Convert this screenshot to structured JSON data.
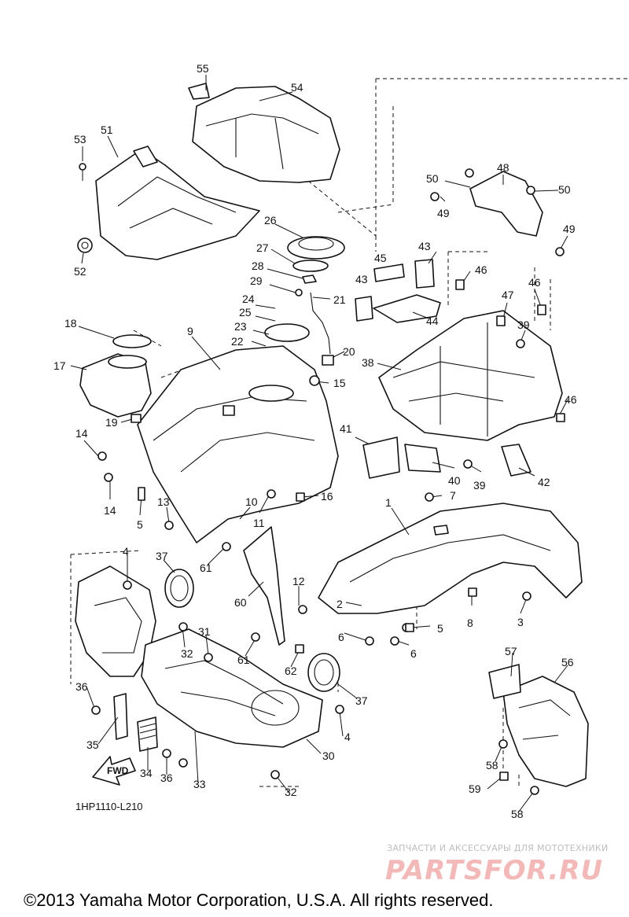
{
  "diagram_code": "1HP1110-L210",
  "watermark": {
    "caption": "ЗАПЧАСТИ И АКСЕССУАРЫ ДЛЯ МОТОТЕХНИКИ",
    "brand": "PARTSFOR.RU"
  },
  "copyright": "©2013 Yamaha Motor Corporation, U.S.A. All rights reserved.",
  "fwd_label": "FWD",
  "callouts": [
    "1",
    "2",
    "3",
    "4",
    "4",
    "5",
    "5",
    "6",
    "6",
    "7",
    "8",
    "9",
    "10",
    "11",
    "12",
    "13",
    "14",
    "14",
    "15",
    "16",
    "17",
    "18",
    "19",
    "20",
    "21",
    "22",
    "23",
    "24",
    "25",
    "26",
    "27",
    "28",
    "29",
    "30",
    "31",
    "32",
    "32",
    "33",
    "34",
    "35",
    "36",
    "36",
    "37",
    "37",
    "38",
    "39",
    "39",
    "40",
    "41",
    "42",
    "43",
    "43",
    "44",
    "45",
    "46",
    "46",
    "46",
    "47",
    "48",
    "49",
    "49",
    "50",
    "50",
    "51",
    "52",
    "53",
    "54",
    "55",
    "56",
    "57",
    "58",
    "58",
    "59",
    "60",
    "61",
    "61",
    "62"
  ]
}
